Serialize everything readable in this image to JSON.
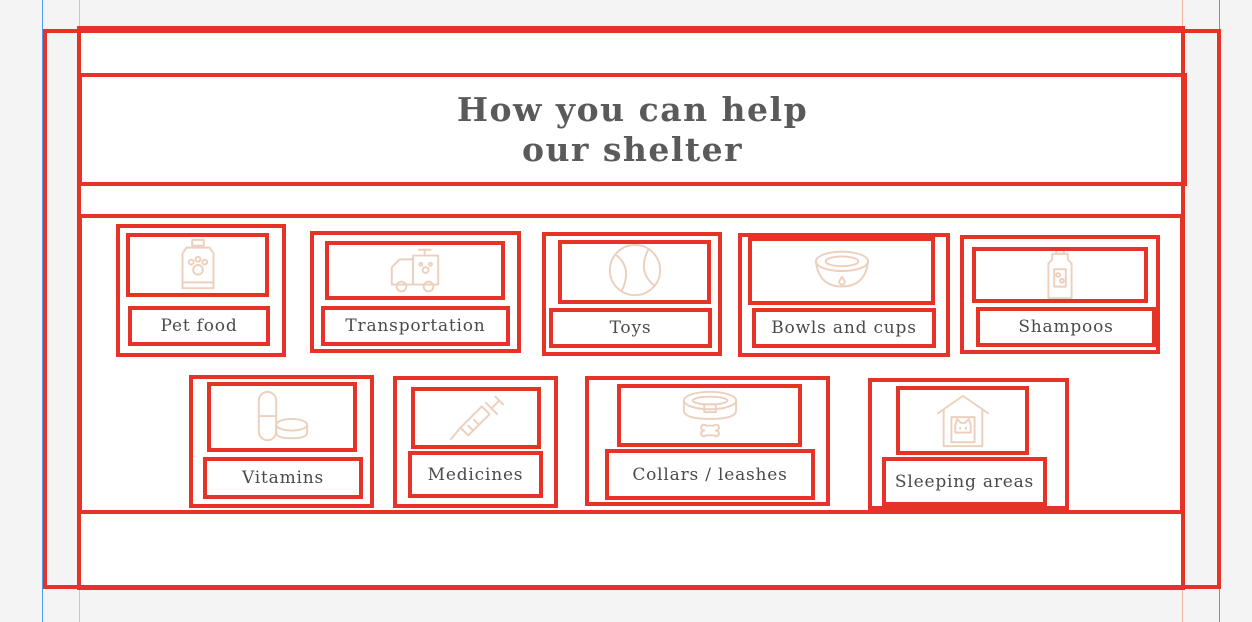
{
  "section": {
    "title_line1": "How you can help",
    "title_line2": "our shelter"
  },
  "items": [
    {
      "label": "Pet food",
      "icon": "pet-food-bag-icon"
    },
    {
      "label": "Transportation",
      "icon": "pet-transport-van-icon"
    },
    {
      "label": "Toys",
      "icon": "ball-toy-icon"
    },
    {
      "label": "Bowls and cups",
      "icon": "pet-bowl-icon"
    },
    {
      "label": "Shampoos",
      "icon": "shampoo-bottle-icon"
    },
    {
      "label": "Vitamins",
      "icon": "vitamin-pills-icon"
    },
    {
      "label": "Medicines",
      "icon": "syringe-icon"
    },
    {
      "label": "Collars / leashes",
      "icon": "collar-icon"
    },
    {
      "label": "Sleeping areas",
      "icon": "pet-house-icon"
    }
  ],
  "colors": {
    "outline": "#e53328",
    "icon_stroke": "#ecd0bd",
    "title_text": "#5a5a5a",
    "label_text": "#4a4a4a",
    "page_bg": "#f4f4f4",
    "card_bg": "#ffffff"
  }
}
